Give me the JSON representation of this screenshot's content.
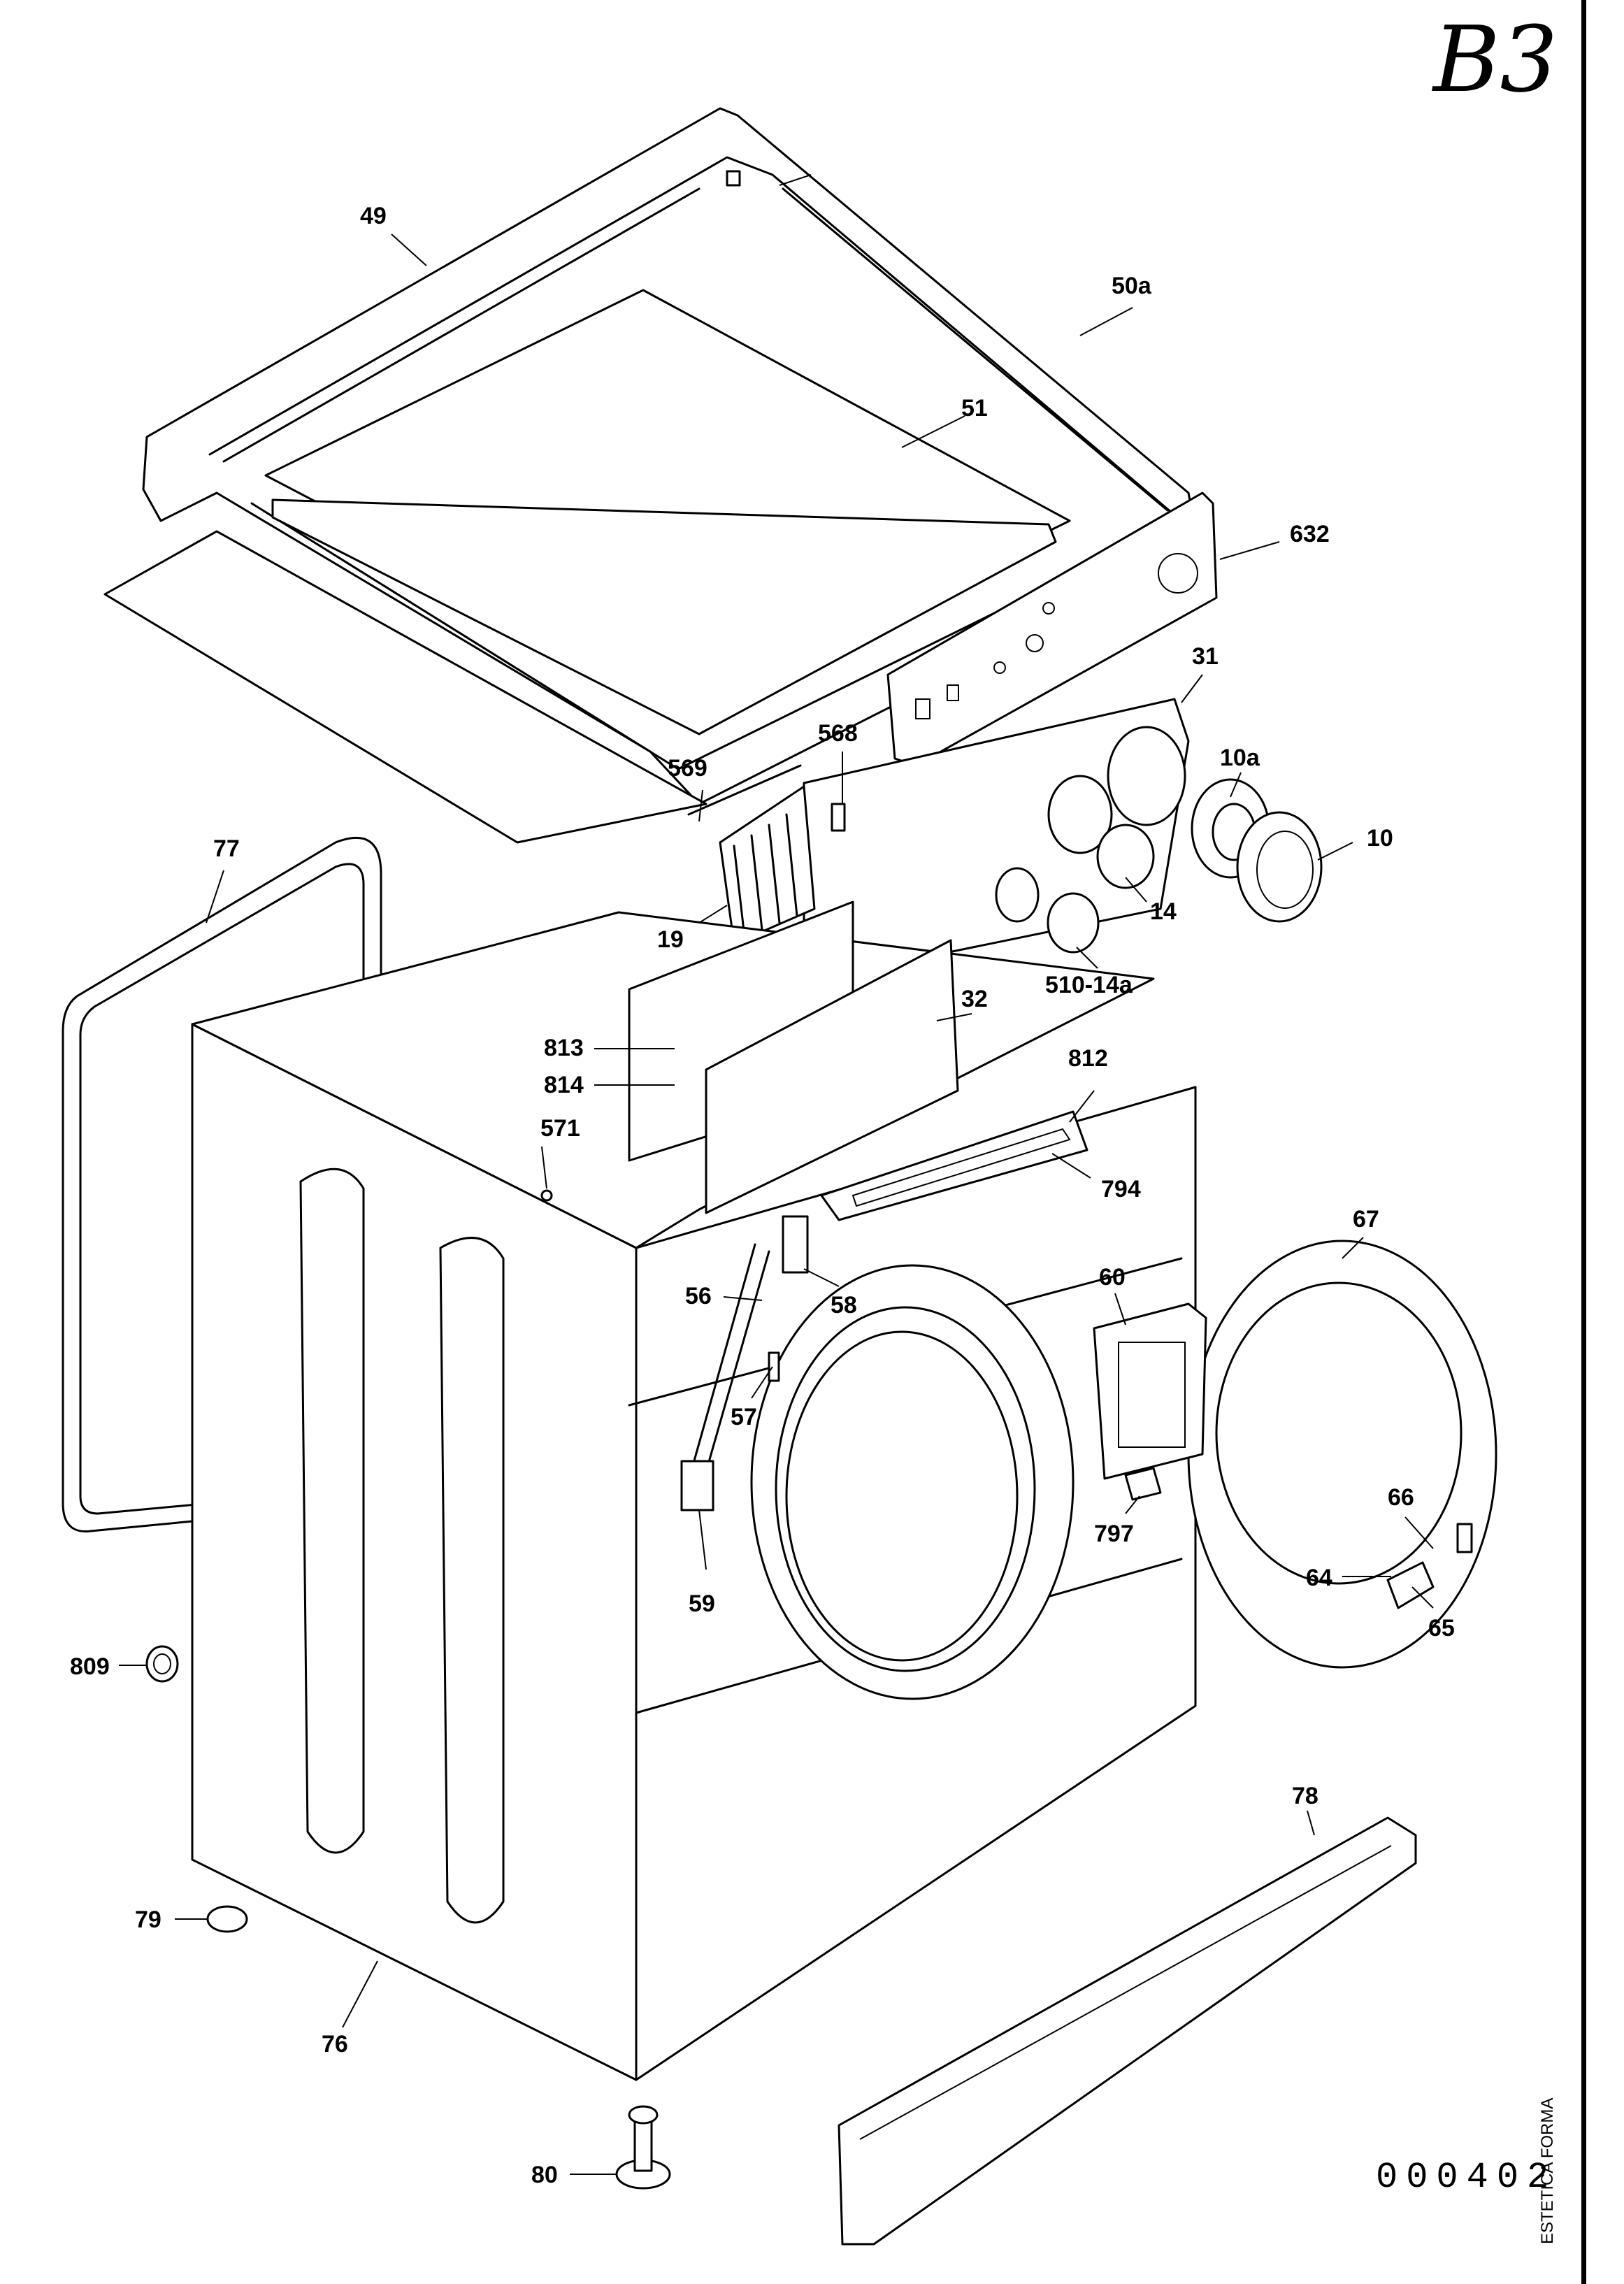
{
  "sheet_mark": "B3",
  "doc_code": "000402",
  "publisher": "ESTETICA FORMA",
  "labels": {
    "l49": "49",
    "l50a": "50a",
    "l51": "51",
    "l632": "632",
    "l31": "31",
    "l568": "568",
    "l569": "569",
    "l10a": "10a",
    "l10": "10",
    "l77": "77",
    "l19": "19",
    "l14": "14",
    "l510_14a": "510-14a",
    "l32": "32",
    "l812": "812",
    "l813": "813",
    "l814": "814",
    "l571": "571",
    "l794": "794",
    "l67": "67",
    "l56": "56",
    "l58": "58",
    "l60": "60",
    "l57": "57",
    "l66": "66",
    "l797": "797",
    "l64": "64",
    "l65": "65",
    "l59": "59",
    "l809": "809",
    "l78": "78",
    "l79": "79",
    "l76": "76",
    "l80": "80"
  }
}
